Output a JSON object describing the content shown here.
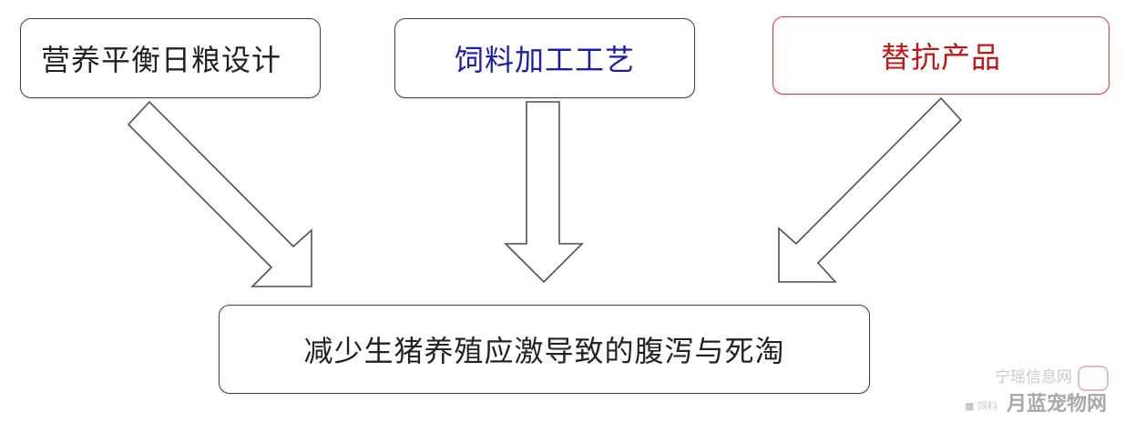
{
  "boxes": {
    "nutrition": {
      "label": "营养平衡日粮设计",
      "color": "#222222"
    },
    "processing": {
      "label": "饲料加工工艺",
      "color": "#1a1fa8"
    },
    "antibiotic": {
      "label": "替抗产品",
      "color": "#c41414"
    },
    "result": {
      "label": "减少生猪养殖应激导致的腹泻与死淘",
      "color": "#222222"
    }
  },
  "watermark": {
    "top_text": "宁瑶信息网",
    "sub_text": "■ 饲料",
    "site": "月蓝宠物网"
  }
}
